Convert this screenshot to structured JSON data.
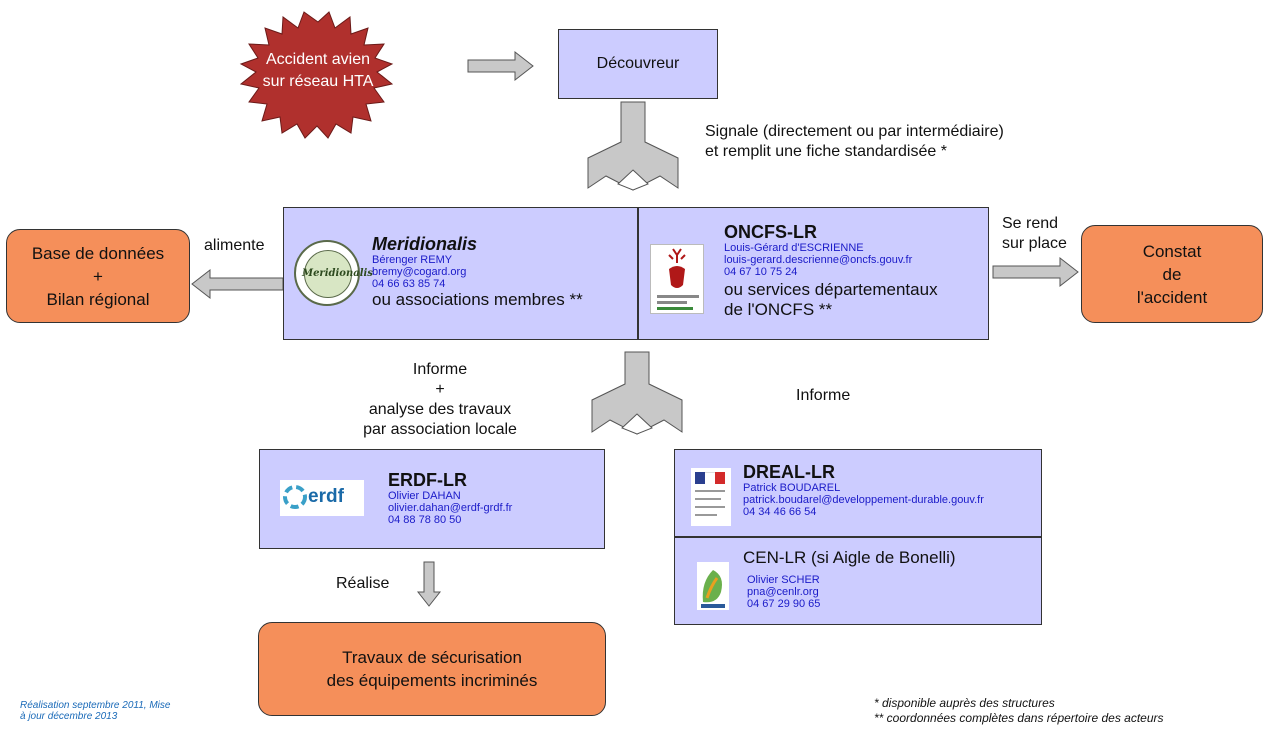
{
  "accident": {
    "line1": "Accident avien",
    "line2": "sur réseau HTA"
  },
  "decouvreur": "Découvreur",
  "signale": {
    "line1": "Signale (directement ou par intermédiaire)",
    "line2": "et remplit une fiche standardisée *"
  },
  "meridionalis": {
    "title": "Meridionalis",
    "contact": "Bérenger REMY",
    "email": "bremy@cogard.org",
    "phone": "04 66 63 85 74",
    "members": "ou associations membres **",
    "logo_text": "Meridionalis"
  },
  "oncfs": {
    "title": "ONCFS-LR",
    "contact": "Louis-Gérard d'ESCRIENNE",
    "email": "louis-gerard.descrienne@oncfs.gouv.fr",
    "phone": "04 67 10 75 24",
    "services_line1": "ou services départementaux",
    "services_line2": "de l'ONCFS **"
  },
  "base": {
    "line1": "Base de données",
    "line2": "+",
    "line3": "Bilan régional"
  },
  "alimente": "alimente",
  "se_rend": {
    "line1": "Se rend",
    "line2": "sur place"
  },
  "constat": {
    "line1": "Constat",
    "line2": "de",
    "line3": "l'accident"
  },
  "informe_left": {
    "line1": "Informe",
    "line2": "+",
    "line3": "analyse des travaux",
    "line4": "par association locale"
  },
  "informe_right": "Informe",
  "erdf": {
    "title": "ERDF-LR",
    "contact": "Olivier DAHAN",
    "email": "olivier.dahan@erdf-grdf.fr",
    "phone": "04 88 78 80 50",
    "logo_text": "erdf"
  },
  "dreal": {
    "title": "DREAL-LR",
    "contact": "Patrick BOUDAREL",
    "email": "patrick.boudarel@developpement-durable.gouv.fr",
    "phone": "04 34 46 66 54"
  },
  "cen": {
    "title": "CEN-LR (si Aigle de Bonelli)",
    "contact": "Olivier SCHER",
    "email": "pna@cenlr.org",
    "phone": "04 67 29 90 65"
  },
  "realise": "Réalise",
  "travaux": {
    "line1": "Travaux de sécurisation",
    "line2": "des équipements incriminés"
  },
  "footnote_left": {
    "line1": "Réalisation septembre 2011, Mise",
    "line2": "à jour décembre 2013"
  },
  "footnote_right": {
    "line1": "* disponible auprès des structures",
    "line2": "** coordonnées complètes dans répertoire des acteurs"
  },
  "colors": {
    "lavender": "#ccccff",
    "orange": "#f58f5a",
    "accident_red": "#b0302d",
    "arrow_gray": "#c8c8c8",
    "link_blue": "#1a1ac8"
  }
}
